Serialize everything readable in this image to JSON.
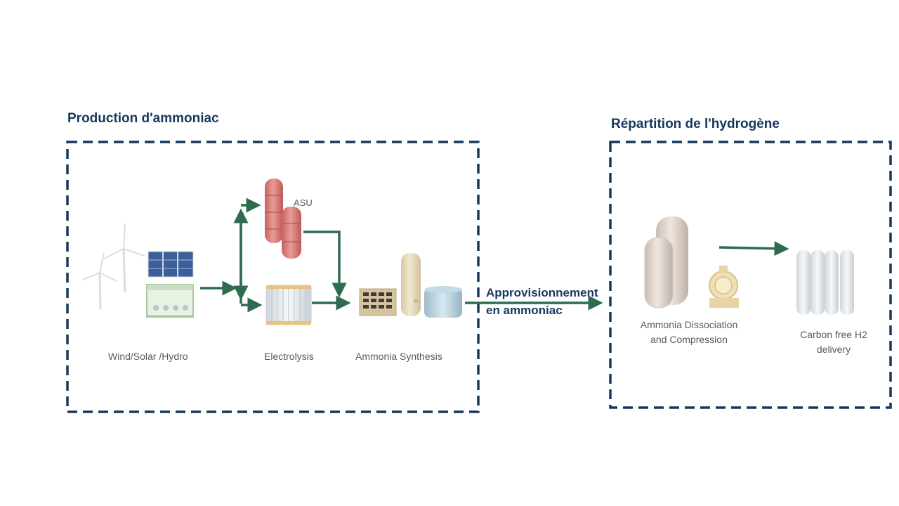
{
  "sections": {
    "production": {
      "title": "Production d'ammoniac"
    },
    "distribution": {
      "title": "Répartition de l'hydrogène"
    }
  },
  "stages": {
    "renewables": "Wind/Solar /Hydro",
    "electrolysis": "Electrolysis",
    "asu": "ASU",
    "synthesis": "Ammonia Synthesis",
    "dissociation": [
      "Ammonia Dissociation",
      "and Compression"
    ],
    "delivery": [
      "Carbon free H2",
      "delivery"
    ]
  },
  "supply": [
    "Approvisionnement",
    "en ammoniac"
  ],
  "colors": {
    "title": "#17375e",
    "box_border": "#17375e",
    "arrow": "#2e6b4f",
    "asu": "#d97b78",
    "tanks": "#d9cfc6"
  }
}
